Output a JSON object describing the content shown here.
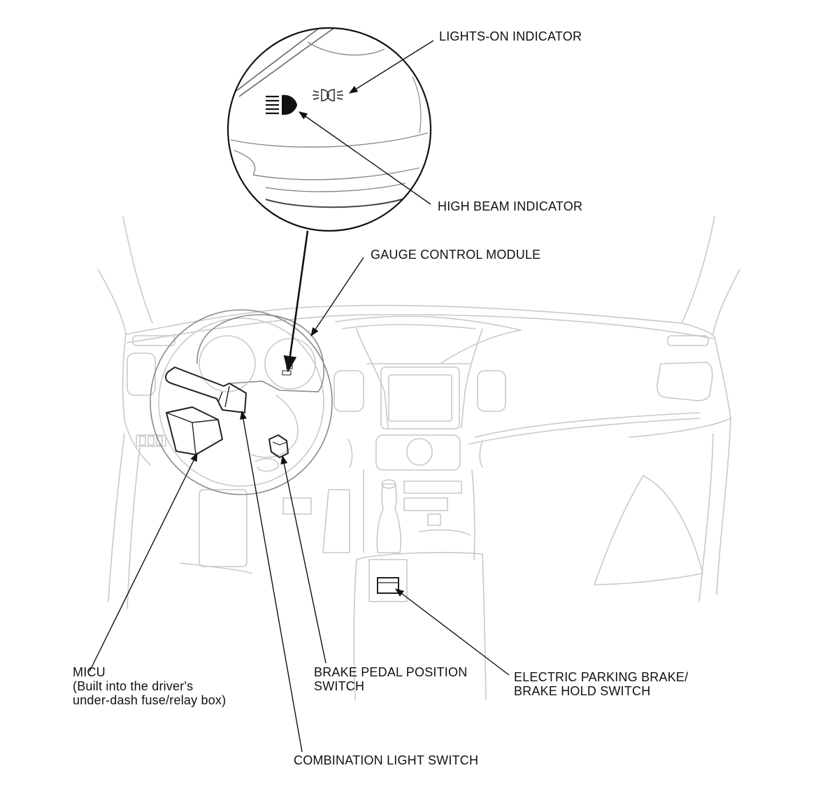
{
  "labels": {
    "lights_on_indicator": "LIGHTS-ON INDICATOR",
    "high_beam_indicator": "HIGH BEAM INDICATOR",
    "gauge_control_module": "GAUGE CONTROL MODULE",
    "micu_line1": "MICU",
    "micu_line2": "(Built into the driver's",
    "micu_line3": "under-dash fuse/relay box)",
    "brake_pedal_line1": "BRAKE PEDAL POSITION",
    "brake_pedal_line2": "SWITCH",
    "epb_line1": "ELECTRIC PARKING BRAKE/",
    "epb_line2": "BRAKE HOLD SWITCH",
    "combination_light_switch": "COMBINATION LIGHT SWITCH"
  },
  "colors": {
    "linework": "#c9c9c9",
    "component": "#222222",
    "leader": "#111111"
  },
  "icons": [
    "high-beam-indicator-icon",
    "lights-on-indicator-icon"
  ]
}
